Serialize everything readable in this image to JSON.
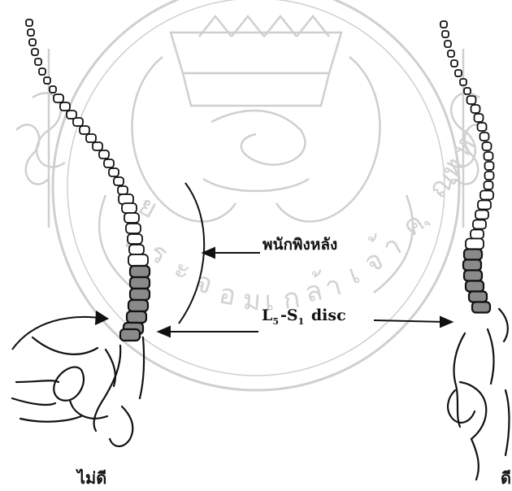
{
  "labels": {
    "backrest": "พนักพิงหลัง",
    "disc_L": "L",
    "disc_sub1": "5",
    "disc_mid": "-S",
    "disc_sub2": "1",
    "disc_tail": " disc",
    "bad": "ไม่ดี",
    "good": "ดี"
  },
  "watermark": {
    "text": "มหาวิทยาลัยพระจอมเกล้าเจ้าคุณทหารลาดกระบัง"
  },
  "colors": {
    "ink": "#111111",
    "watermark": "#d4d4d4",
    "shaded_vertebra": "#8a8a8a"
  },
  "icons": [
    "university-seal-watermark",
    "spine-left",
    "spine-right",
    "pelvis-left",
    "pelvis-right"
  ]
}
